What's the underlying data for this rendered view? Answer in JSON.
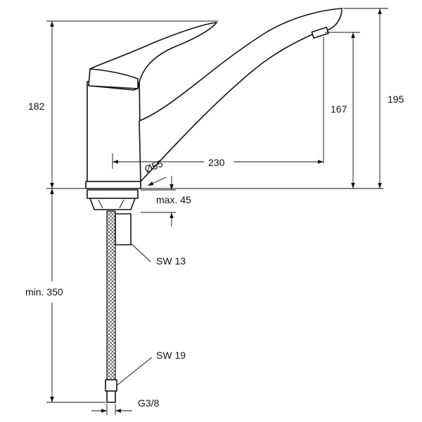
{
  "dimensions": {
    "height_lever": "182",
    "height_outlet": "167",
    "height_total": "195",
    "reach": "230",
    "base_diameter": "Ø55",
    "max_thickness": "max. 45",
    "hose_length": "min. 350",
    "wrench_nut": "SW 13",
    "wrench_fitting": "SW 19",
    "thread": "G3/8"
  }
}
